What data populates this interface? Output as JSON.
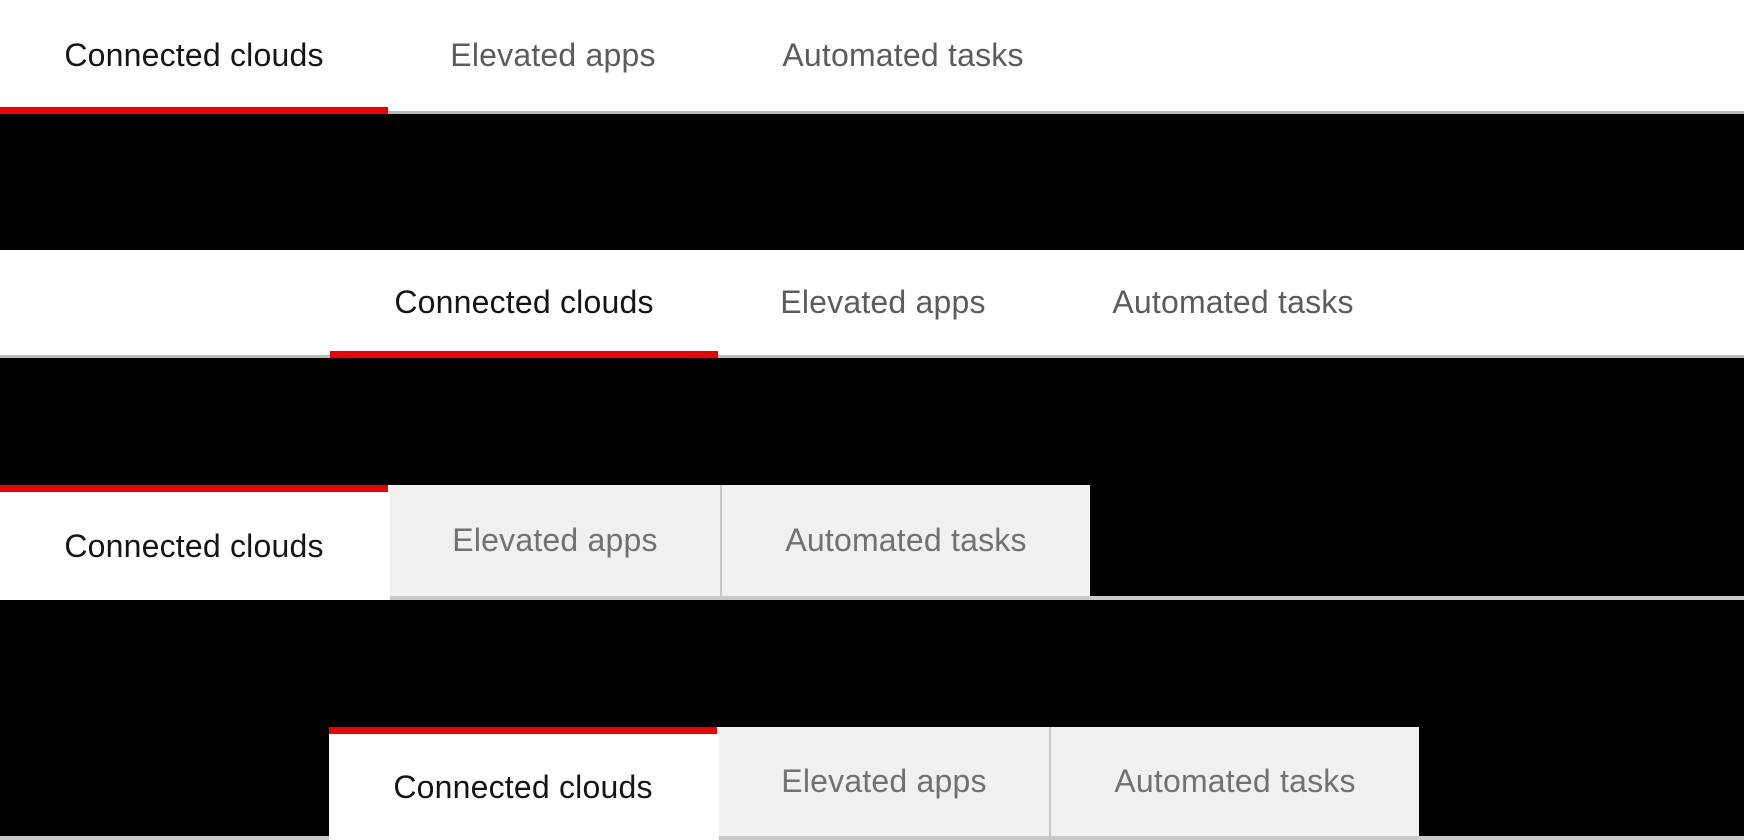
{
  "tabs": {
    "labels": [
      "Connected clouds",
      "Elevated apps",
      "Automated tasks"
    ],
    "active_tab": "Connected clouds"
  },
  "examples": [
    {
      "variant": "underline",
      "active": "Connected clouds"
    },
    {
      "variant": "underline-inset",
      "active": "Connected clouds"
    },
    {
      "variant": "box",
      "active": "Connected clouds"
    },
    {
      "variant": "box-inset",
      "active": "Connected clouds"
    }
  ],
  "colors": {
    "accent_red": "#ee0000",
    "active_text": "#151515",
    "underline_inactive_text": "#5a5c60",
    "box_inactive_text": "#6f7175",
    "underline_border": "#b8bbbe",
    "box_fill": "#f0f0f0",
    "box_border": "#c8c8c8",
    "spacer_black": "#000000",
    "example_background": "#ffffff"
  }
}
